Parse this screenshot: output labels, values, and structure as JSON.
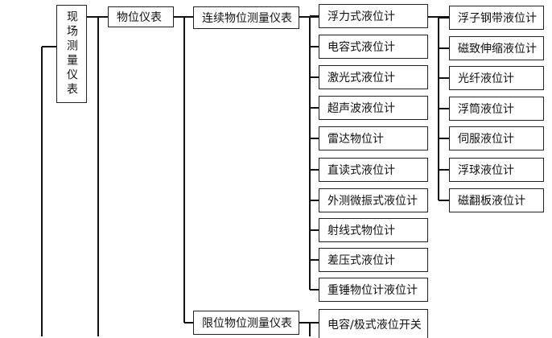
{
  "root": {
    "label": "现场测量仪表"
  },
  "level1": {
    "label": "物位仪表"
  },
  "level2": [
    {
      "label": "连续物位测量仪表"
    },
    {
      "label": "限位物位测量仪表"
    }
  ],
  "continuous_types": [
    "浮力式液位计",
    "电容式液位计",
    "激光式液位计",
    "超声波液位计",
    "雷达物位计",
    "直读式液位计",
    "外测微振式液位计",
    "射线式物位计",
    "差压式液位计",
    "重锤物位计液位计"
  ],
  "limit_types": [
    "电容/极式液位开关"
  ],
  "buoyancy_subtypes": [
    "浮子钢带液位计",
    "磁致伸缩液位计",
    "光纤液位计",
    "浮筒液位计",
    "伺服液位计",
    "浮球液位计",
    "磁翻板液位计"
  ]
}
